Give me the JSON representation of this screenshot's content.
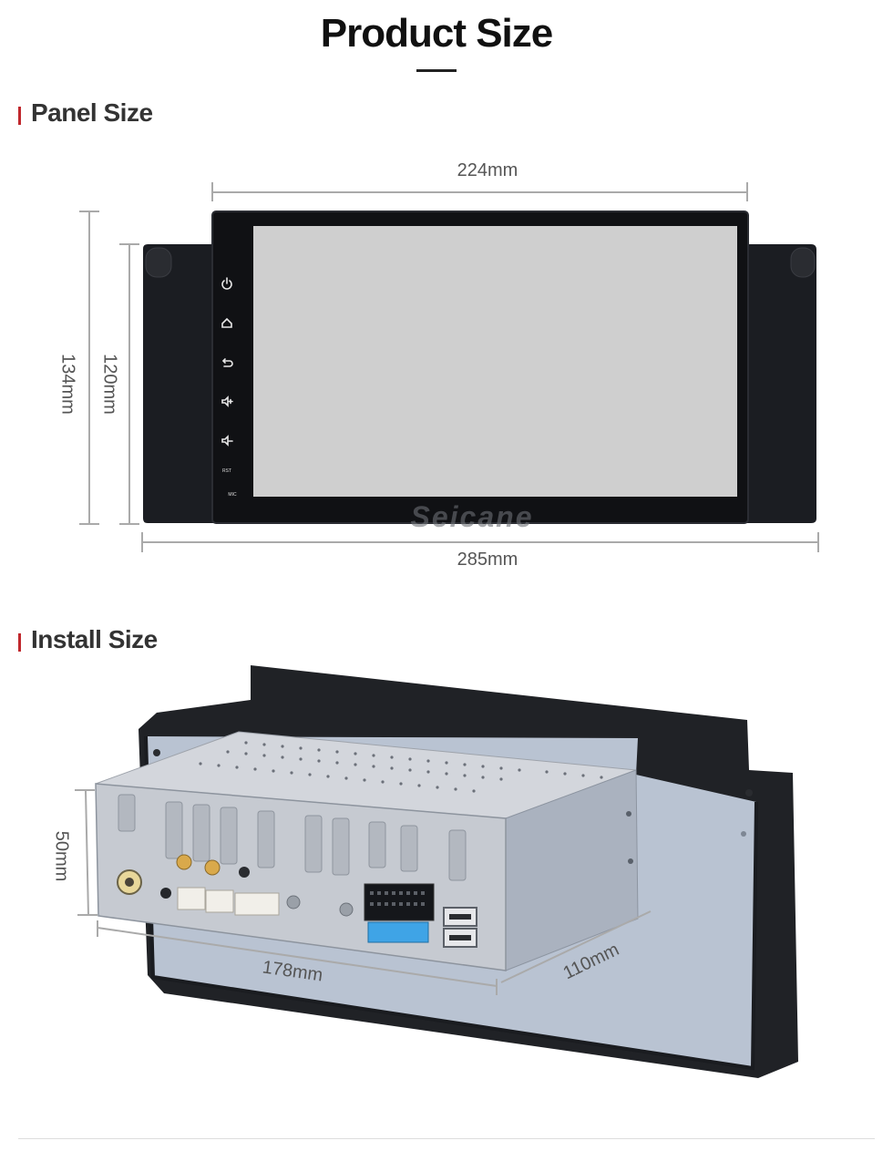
{
  "page": {
    "title": "Product Size"
  },
  "panel": {
    "heading": "Panel Size",
    "dimensions": {
      "screen_width": "224mm",
      "panel_width": "285mm",
      "panel_height": "134mm",
      "screen_height": "120mm"
    },
    "buttons": [
      {
        "name": "power-icon",
        "glyph": "⏻"
      },
      {
        "name": "home-icon",
        "glyph": "⌂"
      },
      {
        "name": "back-icon",
        "glyph": "↶"
      },
      {
        "name": "volume-up-icon",
        "glyph": "◁+"
      },
      {
        "name": "volume-down-icon",
        "glyph": "◁-"
      }
    ],
    "labels": {
      "reset": "RST",
      "mic": "MIC"
    },
    "brand": "Seicane"
  },
  "install": {
    "heading": "Install Size",
    "dimensions": {
      "height": "50mm",
      "width": "178mm",
      "depth": "110mm"
    }
  },
  "colors": {
    "accent": "#c0282d",
    "screen": "#cfcfcf",
    "panel": "#1a1b1f",
    "chassis": "#c9ccd3"
  }
}
